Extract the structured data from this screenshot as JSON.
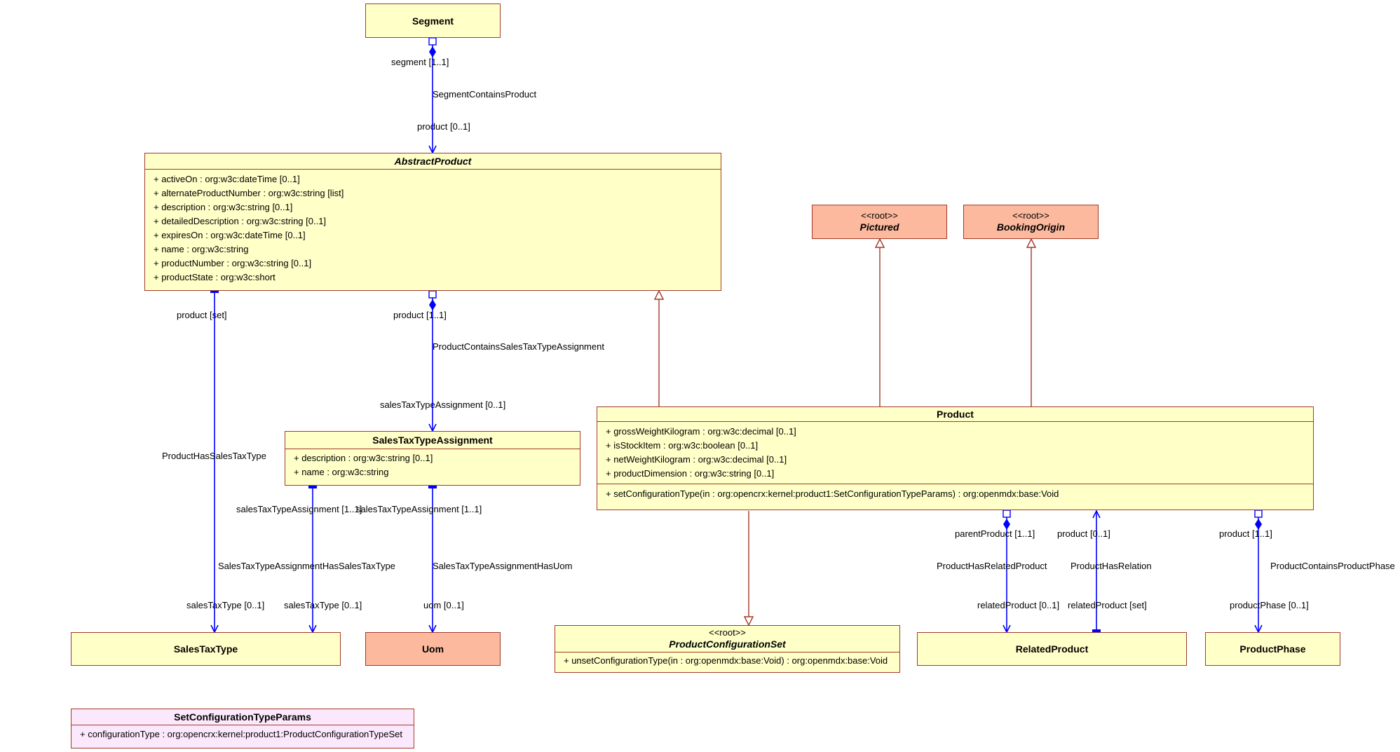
{
  "classes": {
    "segment": {
      "name": "Segment"
    },
    "abstract_product": {
      "name": "AbstractProduct",
      "attributes": [
        "+ activeOn : org:w3c:dateTime [0..1]",
        "+ alternateProductNumber : org:w3c:string [list]",
        "+ description : org:w3c:string [0..1]",
        "+ detailedDescription : org:w3c:string [0..1]",
        "+ expiresOn : org:w3c:dateTime [0..1]",
        "+ name : org:w3c:string",
        "+ productNumber : org:w3c:string [0..1]",
        "+ productState : org:w3c:short"
      ]
    },
    "pictured": {
      "stereotype": "<<root>>",
      "name": "Pictured"
    },
    "booking_origin": {
      "stereotype": "<<root>>",
      "name": "BookingOrigin"
    },
    "sales_tax_type_assignment": {
      "name": "SalesTaxTypeAssignment",
      "attributes": [
        "+ description : org:w3c:string [0..1]",
        "+ name : org:w3c:string"
      ]
    },
    "product": {
      "name": "Product",
      "attributes": [
        "+ grossWeightKilogram : org:w3c:decimal [0..1]",
        "+ isStockItem : org:w3c:boolean [0..1]",
        "+ netWeightKilogram : org:w3c:decimal [0..1]",
        "+ productDimension : org:w3c:string [0..1]"
      ],
      "operations": [
        "+ setConfigurationType(in : org:opencrx:kernel:product1:SetConfigurationTypeParams) : org:openmdx:base:Void"
      ]
    },
    "sales_tax_type": {
      "name": "SalesTaxType"
    },
    "uom": {
      "name": "Uom"
    },
    "product_configuration_set": {
      "stereotype": "<<root>>",
      "name": "ProductConfigurationSet",
      "operations": [
        "+ unsetConfigurationType(in : org:openmdx:base:Void) : org:openmdx:base:Void"
      ]
    },
    "related_product": {
      "name": "RelatedProduct"
    },
    "product_phase": {
      "name": "ProductPhase"
    },
    "set_configuration_type_params": {
      "name": "SetConfigurationTypeParams",
      "attributes": [
        "+ configurationType : org:opencrx:kernel:product1:ProductConfigurationTypeSet"
      ]
    }
  },
  "associations": {
    "segment_contains_product": {
      "name": "SegmentContainsProduct",
      "end_a": "segment [1..1]",
      "end_b": "product [0..1]"
    },
    "product_has_sales_tax_type": {
      "name": "ProductHasSalesTaxType",
      "end_a": "product [set]",
      "end_b": "salesTaxType [0..1]"
    },
    "product_contains_stta": {
      "name": "ProductContainsSalesTaxTypeAssignment",
      "end_a": "product [1..1]",
      "end_b": "salesTaxTypeAssignment [0..1]"
    },
    "stta_has_sales_tax_type": {
      "name": "SalesTaxTypeAssignmentHasSalesTaxType",
      "end_a": "salesTaxTypeAssignment [1..1]",
      "end_b": "salesTaxType [0..1]"
    },
    "stta_has_uom": {
      "name": "SalesTaxTypeAssignmentHasUom",
      "end_a": "salesTaxTypeAssignment [1..1]",
      "end_b": "uom [0..1]"
    },
    "product_has_related_product": {
      "name": "ProductHasRelatedProduct",
      "end_a": "parentProduct [1..1]",
      "end_b": "relatedProduct [0..1]"
    },
    "product_has_relation": {
      "name": "ProductHasRelation",
      "end_a": "product [0..1]",
      "end_b": "relatedProduct [set]"
    },
    "product_contains_product_phase": {
      "name": "ProductContainsProductPhase",
      "end_a": "product [1..1]",
      "end_b": "productPhase [0..1]"
    }
  },
  "colors": {
    "class_fill": "#ffffc8",
    "external_fill": "#fcb99e",
    "datatype_fill": "#fce8fc",
    "class_border": "#a33a2a",
    "association_line": "#0000ff",
    "generalization_line": "#a33a2a"
  }
}
